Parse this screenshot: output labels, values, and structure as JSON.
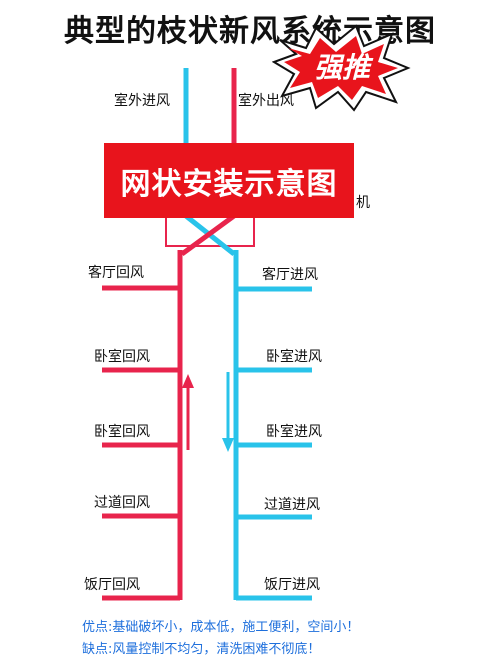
{
  "title": "典型的枝状新风系统示意图",
  "badge": "强推",
  "banner": "网状安装示意图",
  "labels": {
    "outdoor_in": "室外进风",
    "outdoor_out": "室外出风",
    "machine_partial": "机",
    "return": [
      "客厅回风",
      "卧室回风",
      "卧室回风",
      "过道回风",
      "饭厅回风"
    ],
    "supply": [
      "客厅进风",
      "卧室进风",
      "卧室进风",
      "过道进风",
      "饭厅进风"
    ]
  },
  "notes": {
    "pros": "优点:基础破坏小，成本低，施工便利，空间小！",
    "cons": "缺点:风量控制不均匀，清洗困难不彻底！"
  },
  "colors": {
    "supply": "#29c3ea",
    "return": "#e8244c",
    "banner": "#e8141c",
    "note": "#1e6fdc"
  }
}
